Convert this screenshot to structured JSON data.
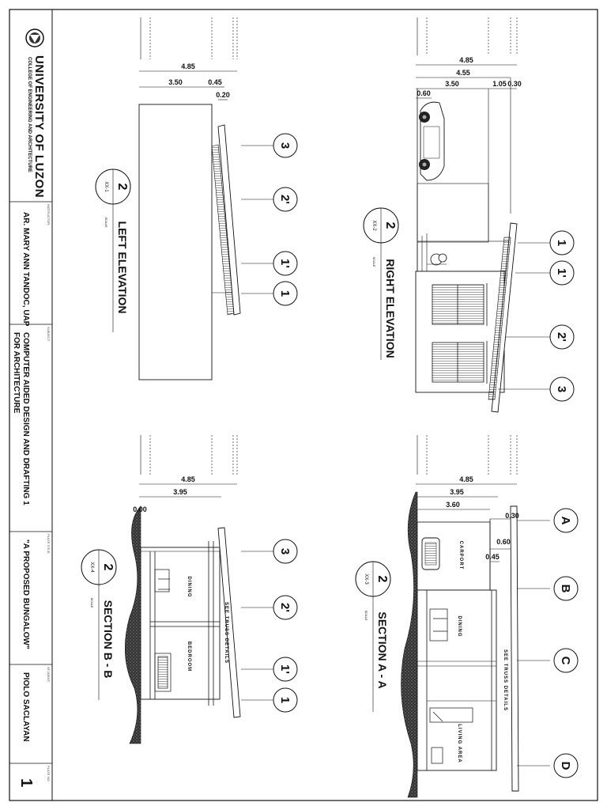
{
  "title_block": {
    "university": "UNIVERSITY OF LUZON",
    "college": "COLLEGE OF ENGINEERING AND ARCHITECTURE",
    "instructor_label": "INSTRUCTOR:",
    "instructor": "AR. MARY ANN TANDOC, UAP",
    "subject_label": "SUBJECT:",
    "subject": "COMPUTER AIDED DESIGN AND DRAFTING 1 FOR ARCHITECTURE",
    "plate_title_label": "PLATE TITLE:",
    "plate_title": "\"A PROPOSED BUNGALOW\"",
    "student_label": "STUDENT:",
    "student": "PIOLO SACLAYAN",
    "plate_no_label": "PLATE NO:",
    "plate_no": "1"
  },
  "drawings": {
    "left_elevation": {
      "title": "LEFT ELEVATION",
      "number": "2",
      "ref": "XX-1",
      "scale": "SCALE",
      "dims": [
        "4.85",
        "3.50",
        "0.45",
        "0.20"
      ],
      "levels": [
        "3",
        "2'",
        "1'",
        "1"
      ]
    },
    "right_elevation": {
      "title": "RIGHT ELEVATION",
      "number": "2",
      "ref": "XX-2",
      "scale": "SCALE",
      "dims": [
        "4.85",
        "4.55",
        "3.50",
        "1.05",
        "0.30",
        "0.60"
      ],
      "levels": [
        "1",
        "1'",
        "2'",
        "3"
      ]
    },
    "section_b": {
      "title": "SECTION B - B",
      "number": "2",
      "ref": "XX-4",
      "scale": "SCALE",
      "dims": [
        "4.85",
        "3.95",
        "0.00"
      ],
      "rooms": [
        "DINING",
        "BEDROOM"
      ],
      "note": "SEE TRUSS DETAILS",
      "levels": [
        "3",
        "2'",
        "1'",
        "1"
      ]
    },
    "section_a": {
      "title": "SECTION A - A",
      "number": "2",
      "ref": "XX-3",
      "scale": "SCALE",
      "dims": [
        "4.85",
        "3.95",
        "3.60",
        "0.30",
        "0.60",
        "0.45"
      ],
      "rooms": [
        "CARPORT",
        "DINING",
        "LIVING AREA"
      ],
      "note": "SEE TRUSS DETAILS",
      "grids": [
        "A",
        "B",
        "C",
        "D"
      ]
    }
  }
}
